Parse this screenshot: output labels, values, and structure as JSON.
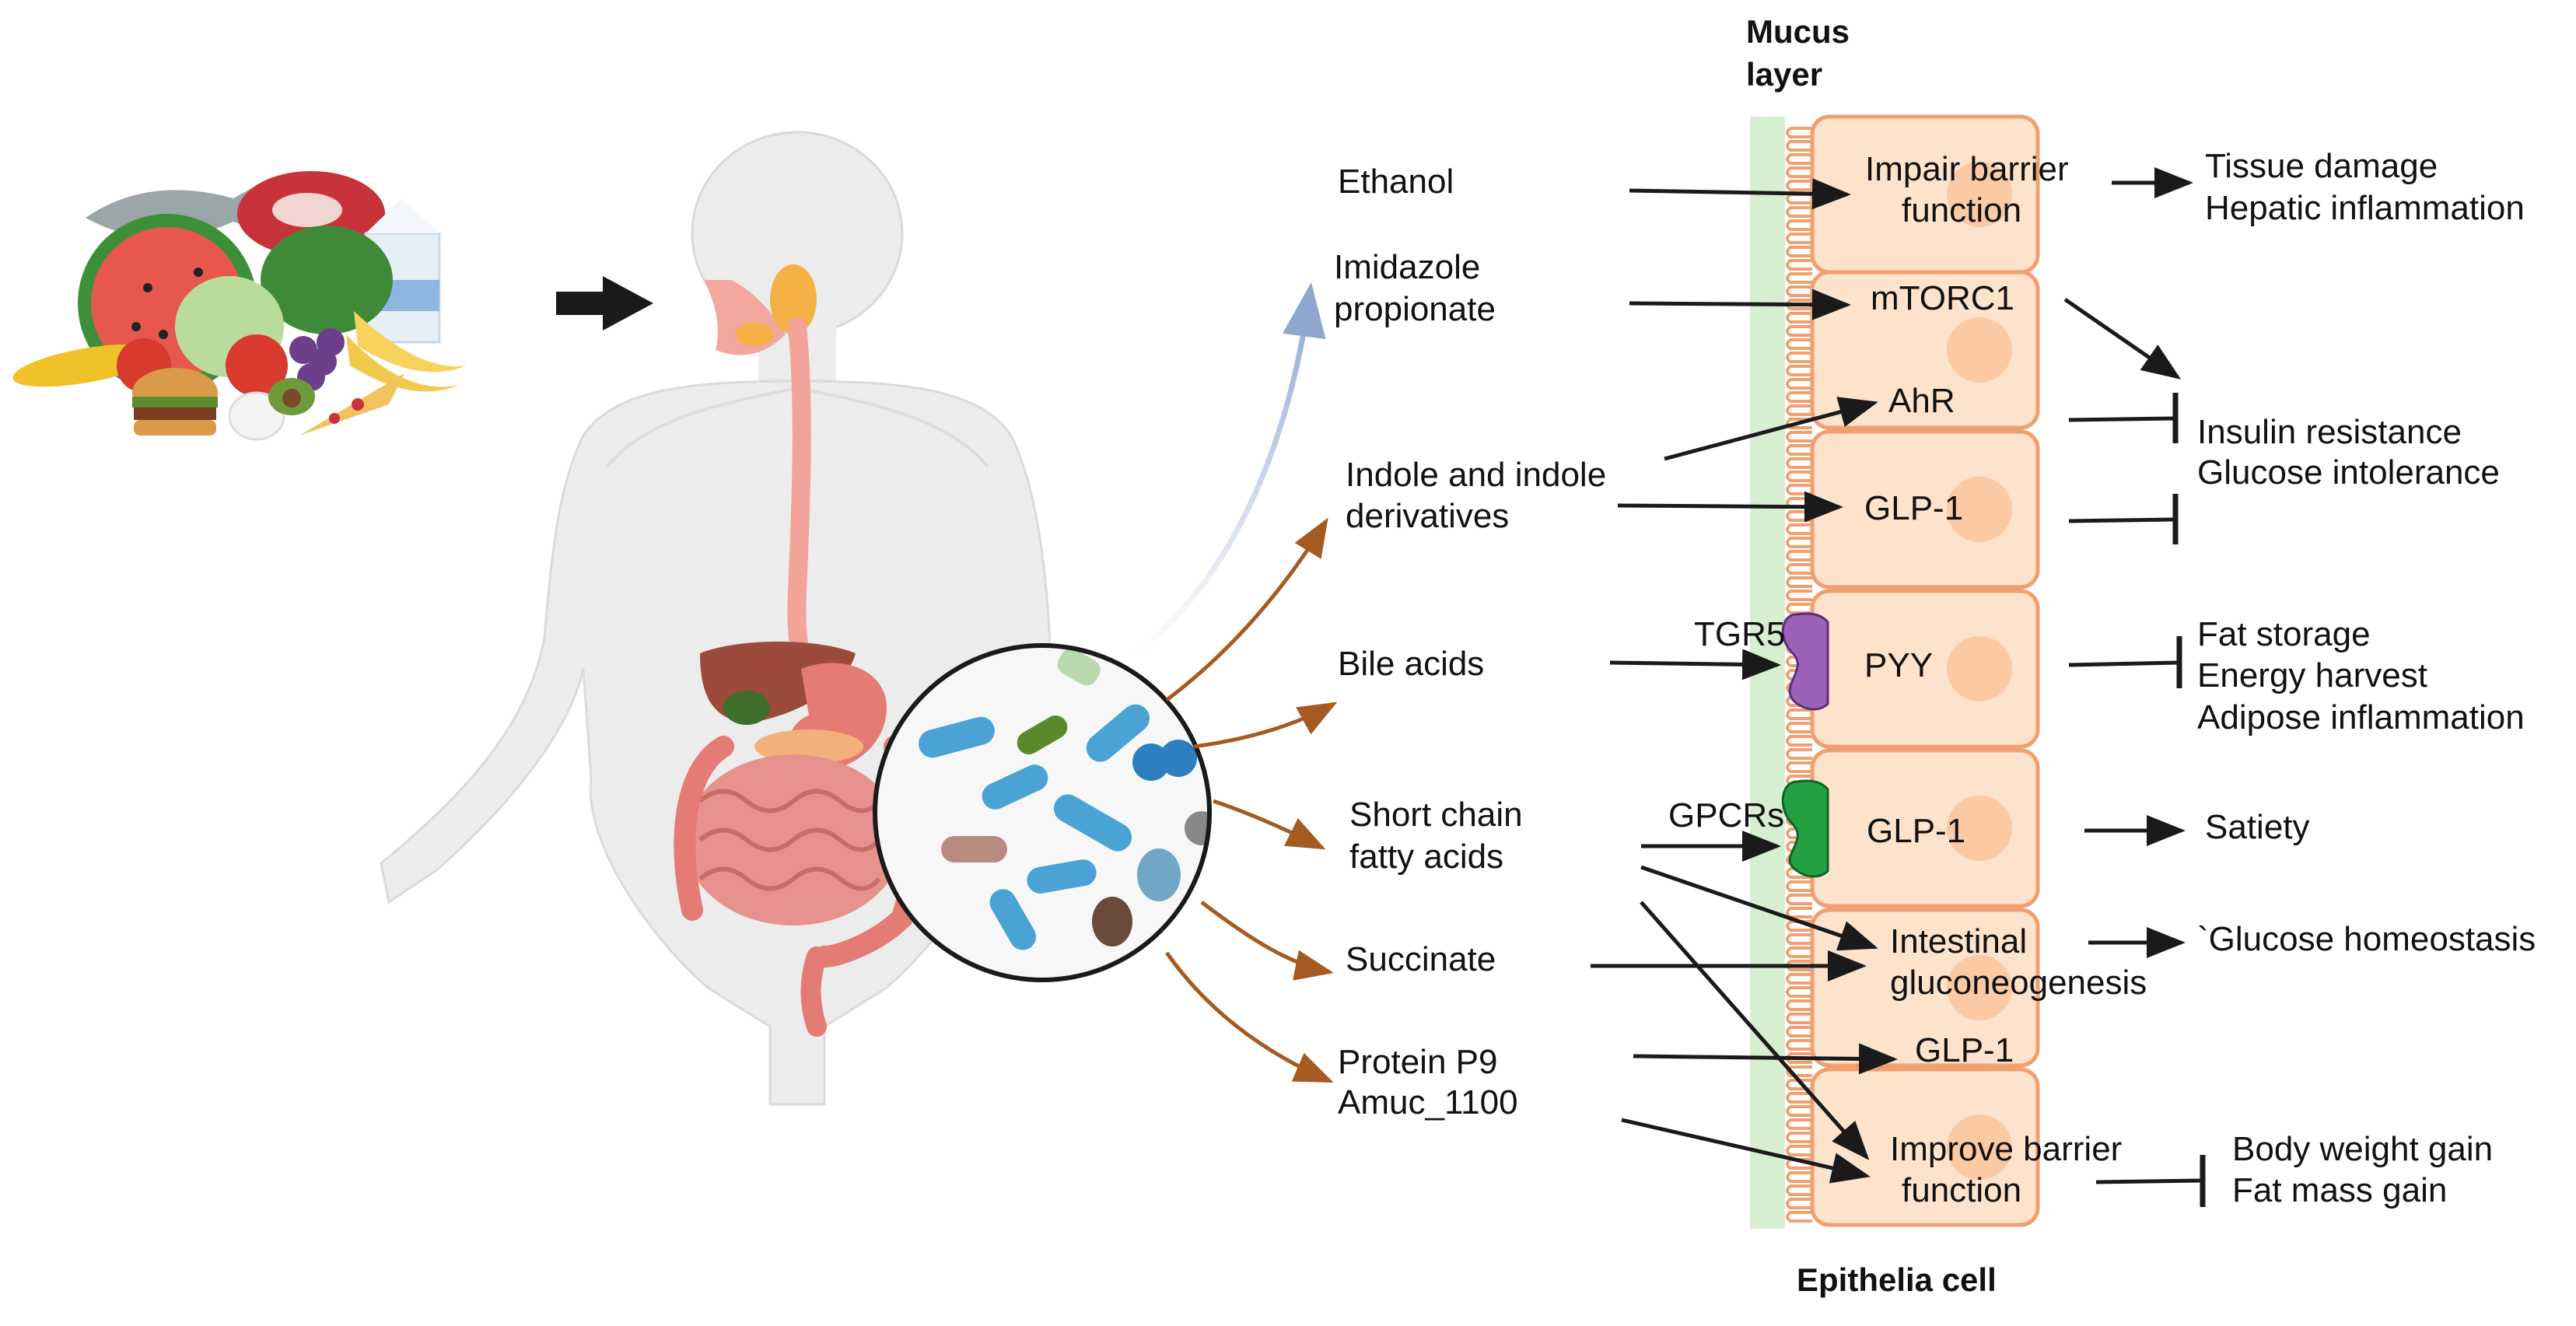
{
  "labels": {
    "mucus_1": "Mucus",
    "mucus_2": "layer",
    "epithelia": "Epithelia cell"
  },
  "metabolites": {
    "ethanol": "Ethanol",
    "imidazole_1": "Imidazole",
    "imidazole_2": "propionate",
    "indole_1": "Indole and indole",
    "indole_2": "derivatives",
    "bile": "Bile acids",
    "scfa_1": "Short chain",
    "scfa_2": "fatty acids",
    "succinate": "Succinate",
    "protein_1": "Protein P9",
    "protein_2": "Amuc_1100"
  },
  "cell_labels": {
    "impair_1": "Impair barrier",
    "impair_2": "function",
    "mtorc1": "mTORC1",
    "ahr": "AhR",
    "glp1_a": "GLP-1",
    "pyy": "PYY",
    "glp1_b": "GLP-1",
    "ign_1": "Intestinal",
    "ign_2": "gluconeogenesis",
    "glp1_c": "GLP-1",
    "improve_1": "Improve barrier",
    "improve_2": "function"
  },
  "receptors": {
    "tgr5": "TGR5",
    "gpcrs": "GPCRs"
  },
  "outcomes": {
    "tissue": "Tissue damage",
    "hepatic": "Hepatic inflammation",
    "insulin": "Insulin resistance",
    "glucose_int": "Glucose intolerance",
    "fat_storage": "Fat storage",
    "energy": "Energy harvest",
    "adipose": "Adipose inflammation",
    "satiety": "Satiety",
    "glucose_home": "`Glucose homeostasis",
    "body_weight": "Body weight gain",
    "fat_mass": "Fat mass gain"
  },
  "colors": {
    "cell_fill": "#fde3cc",
    "cell_border": "#f0a070",
    "nucleus": "#fbc9a4",
    "mucus": "#d6efd0",
    "arrow_black": "#1a1a1a",
    "arrow_brown": "#a55a22",
    "arrow_blue": "#8fa6cf",
    "tgr5": "#9b62b8",
    "gpcr": "#23a042",
    "body": "#ececec",
    "gut": "#e8928f",
    "esophagus": "#f2a49b",
    "liver": "#9b4a3c",
    "stomach": "#e47b74"
  }
}
